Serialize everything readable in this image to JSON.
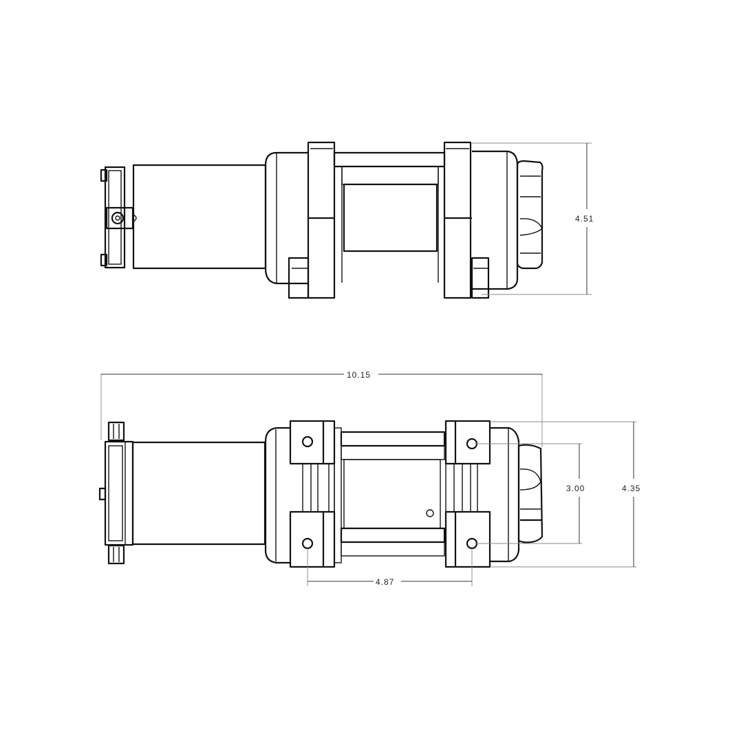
{
  "drawing": {
    "subject": "winch",
    "views": [
      {
        "name": "side-view",
        "dimensions": {
          "overall_height": "4.51"
        }
      },
      {
        "name": "top-view",
        "dimensions": {
          "overall_length": "10.15",
          "mount_bolt_spacing_vertical": "3.00",
          "overall_width": "4.35",
          "mount_bolt_spacing_horizontal": "4.87"
        }
      }
    ]
  }
}
